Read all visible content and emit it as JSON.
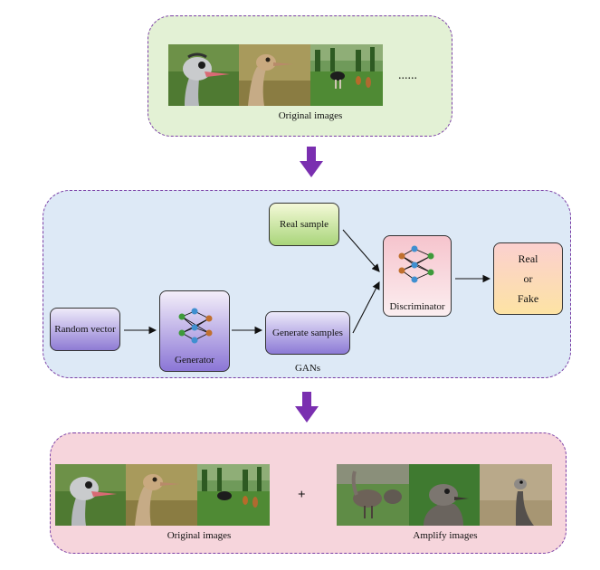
{
  "top": {
    "caption": "Original images",
    "ellipsis": "......"
  },
  "mid": {
    "real_sample": "Real sample",
    "random_vector": "Random vector",
    "generator": "Generator",
    "generate_samples": "Generate samples",
    "discriminator": "Discriminator",
    "output": {
      "line1": "Real",
      "line2": "or",
      "line3": "Fake"
    },
    "caption": "GANs"
  },
  "bottom": {
    "left_caption": "Original images",
    "plus": "+",
    "right_caption": "Amplify images"
  },
  "colors": {
    "arrow": "#7a2fb0",
    "border": "#7b3fa6"
  },
  "icons": [
    "neural-network-icon",
    "down-arrow-icon",
    "ostrich-photo",
    "emu-photo"
  ]
}
